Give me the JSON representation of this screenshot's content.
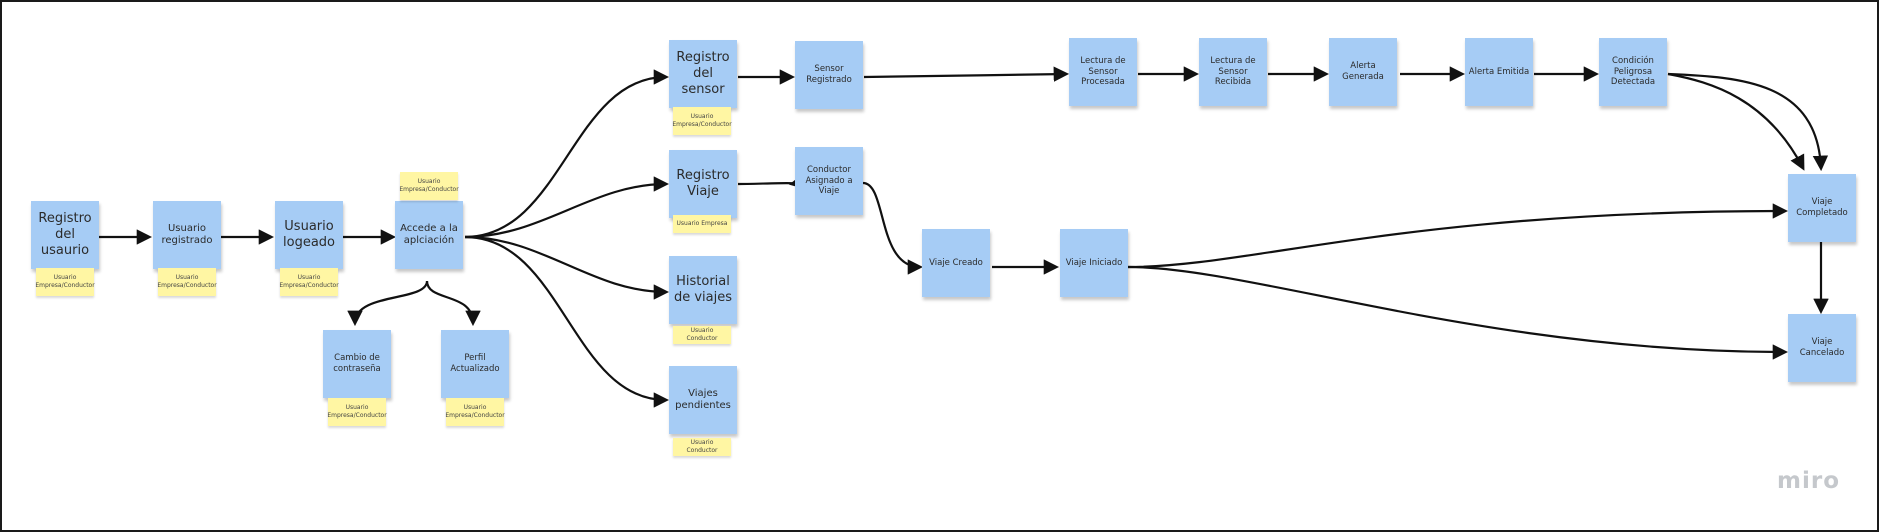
{
  "board": {
    "background": "#ffffff",
    "note_colors": {
      "event": "#a6ccf5",
      "actor": "#fff6a3"
    },
    "connector_color": "#111111",
    "logo": "miro"
  },
  "notes": {
    "registro_usuario": "Registro del usaurio",
    "usuario_registrado": "Usuario registrado",
    "usuario_logeado": "Usuario logeado",
    "accede_aplicacion": "Accede a la aplciación",
    "cambio_contrasena": "Cambio de contraseña",
    "perfil_actualizado": "Perfil Actualizado",
    "registro_sensor": "Registro del sensor",
    "registro_viaje": "Registro Viaje",
    "historial_viajes": "Historial de viajes",
    "viajes_pendientes": "Viajes pendientes",
    "sensor_registrado": "Sensor Registrado",
    "conductor_asignado": "Conductor Asignado a Viaje",
    "viaje_creado": "Viaje Creado",
    "viaje_iniciado": "Viaje Iniciado",
    "lectura_procesada": "Lectura de Sensor Procesada",
    "lectura_recibida": "Lectura de Sensor Recibida",
    "alerta_generada": "Alerta Generada",
    "alerta_emitida": "Alerta Emitida",
    "condicion_peligrosa": "Condición Peligrosa Detectada",
    "viaje_completado": "Viaje Completado",
    "viaje_cancelado": "Viaje Cancelado"
  },
  "actors": {
    "registro_usuario": "Usuario Empresa/Conductor",
    "usuario_registrado": "Usuario Empresa/Conductor",
    "usuario_logeado": "Usuario Empresa/Conductor",
    "accede_aplicacion": "Usuario Empresa/Conductor",
    "cambio_contrasena": "Usuario Empresa/Conductor",
    "perfil_actualizado": "Usuario Empresa/Conductor",
    "registro_sensor": "Usuario Empresa/Conductor",
    "registro_viaje": "Usuario Empresa",
    "historial_viajes": "Usuario Conductor",
    "viajes_pendientes": "Usuario Conductor"
  }
}
